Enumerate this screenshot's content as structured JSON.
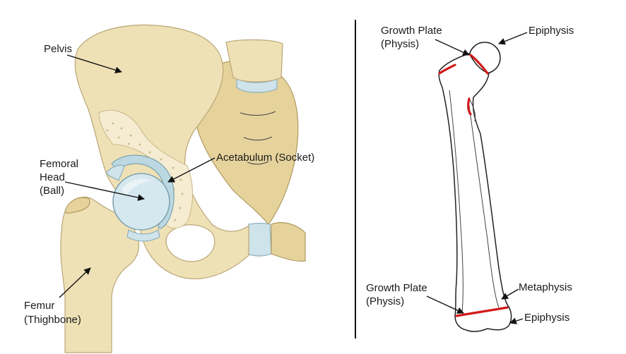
{
  "hip_labels": {
    "pelvis": "Pelvis",
    "femoral_head_line1": "Femoral",
    "femoral_head_line2": "Head",
    "femoral_head_line3": "(Ball)",
    "acetabulum": "Acetabulum (Socket)",
    "femur_line1": "Femur",
    "femur_line2": "(Thighbone)"
  },
  "bone_labels": {
    "growth_plate_top_line1": "Growth Plate",
    "growth_plate_top_line2": "(Physis)",
    "epiphysis_top": "Epiphysis",
    "growth_plate_bottom_line1": "Growth Plate",
    "growth_plate_bottom_line2": "(Physis)",
    "metaphysis": "Metaphysis",
    "epiphysis_bottom": "Epiphysis"
  },
  "colors": {
    "bone": "#efe1b6",
    "cartilage": "#cfe3ea",
    "growth_plate": "#d11a1a",
    "divider": "#111111"
  }
}
